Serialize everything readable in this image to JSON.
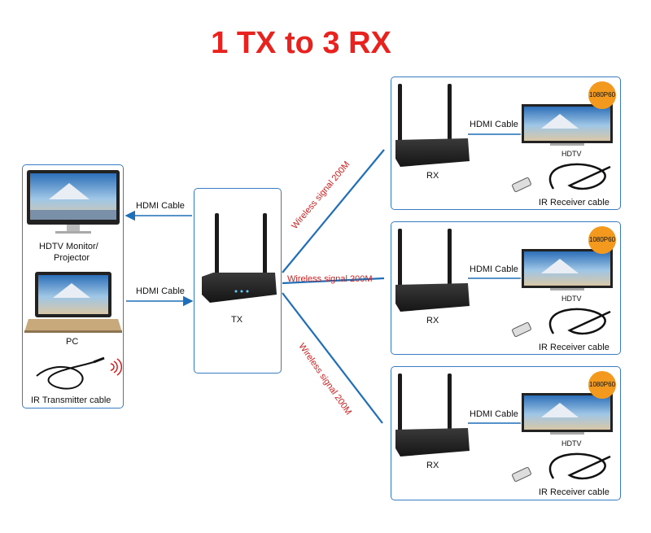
{
  "title": "1 TX to 3 RX",
  "colors": {
    "title": "#e8231f",
    "panel_border": "#3a7cc4",
    "signal": "#d21e1e",
    "line": "#1f6fb8"
  },
  "source_panel": {
    "monitor_label_1": "HDTV Monitor/",
    "monitor_label_2": "Projector",
    "pc_label": "PC",
    "ir_tx_label": "IR Transmitter cable"
  },
  "links": {
    "hdmi_out": "HDMI Cable",
    "hdmi_in": "HDMI Cable"
  },
  "tx": {
    "label": "TX"
  },
  "signals": {
    "top": "Wireless signal 200M",
    "mid": "Wireless signal 200M",
    "bottom": "Wireless signal 200M"
  },
  "receivers": [
    {
      "label": "RX",
      "hdmi": "HDMI Cable",
      "badge": "1080P60",
      "tv": "HDTV",
      "ir": "IR Receiver cable"
    },
    {
      "label": "RX",
      "hdmi": "HDMI Cable",
      "badge": "1080P60",
      "tv": "HDTV",
      "ir": "IR Receiver cable"
    },
    {
      "label": "RX",
      "hdmi": "HDMI Cable",
      "badge": "1080P60",
      "tv": "HDTV",
      "ir": "IR Receiver cable"
    }
  ]
}
